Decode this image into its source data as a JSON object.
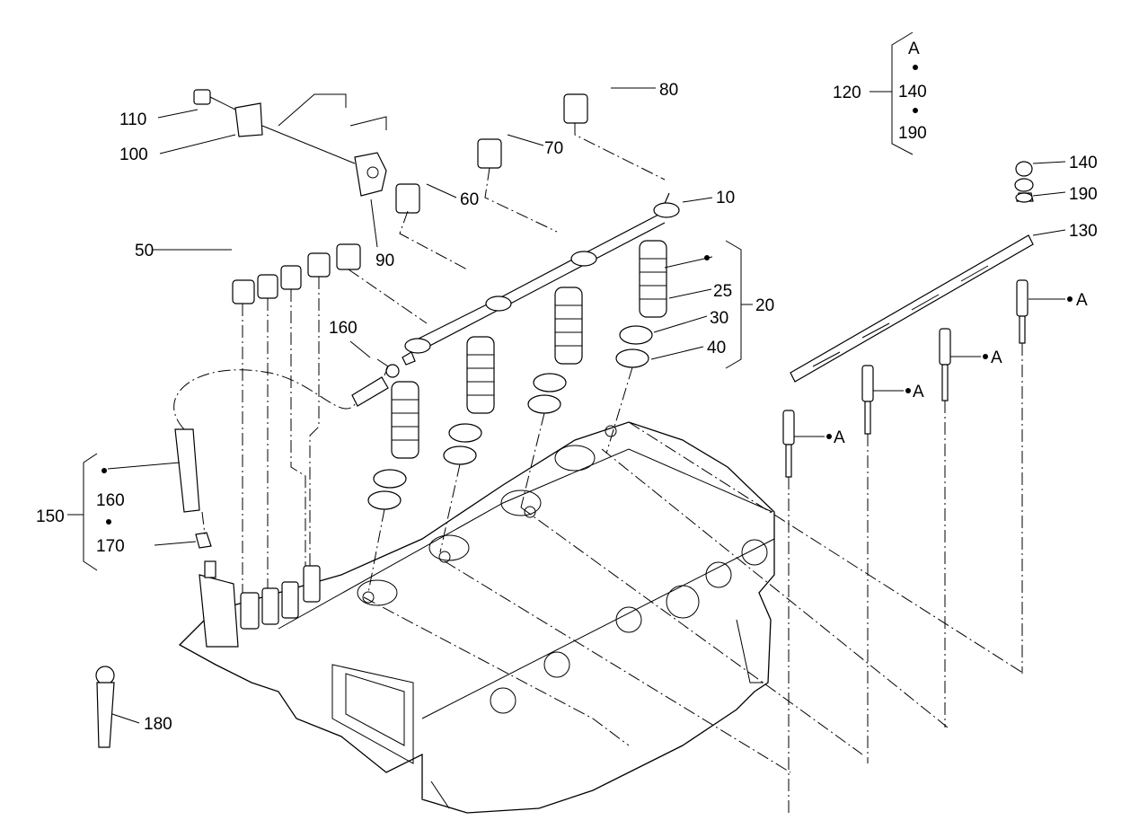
{
  "callouts": {
    "c10": "10",
    "c20": "20",
    "c25": "25",
    "c30": "30",
    "c40": "40",
    "c50": "50",
    "c60": "60",
    "c70": "70",
    "c80": "80",
    "c90": "90",
    "c100": "100",
    "c110": "110",
    "c120": "120",
    "c130": "130",
    "c140": "140",
    "c150": "150",
    "c160": "160",
    "c180": "180",
    "c190": "190"
  },
  "kit120": {
    "a": "A",
    "i1": "140",
    "i2": "190"
  },
  "kit150": {
    "i1": "160",
    "i2": "170"
  },
  "glow_marker": "A"
}
